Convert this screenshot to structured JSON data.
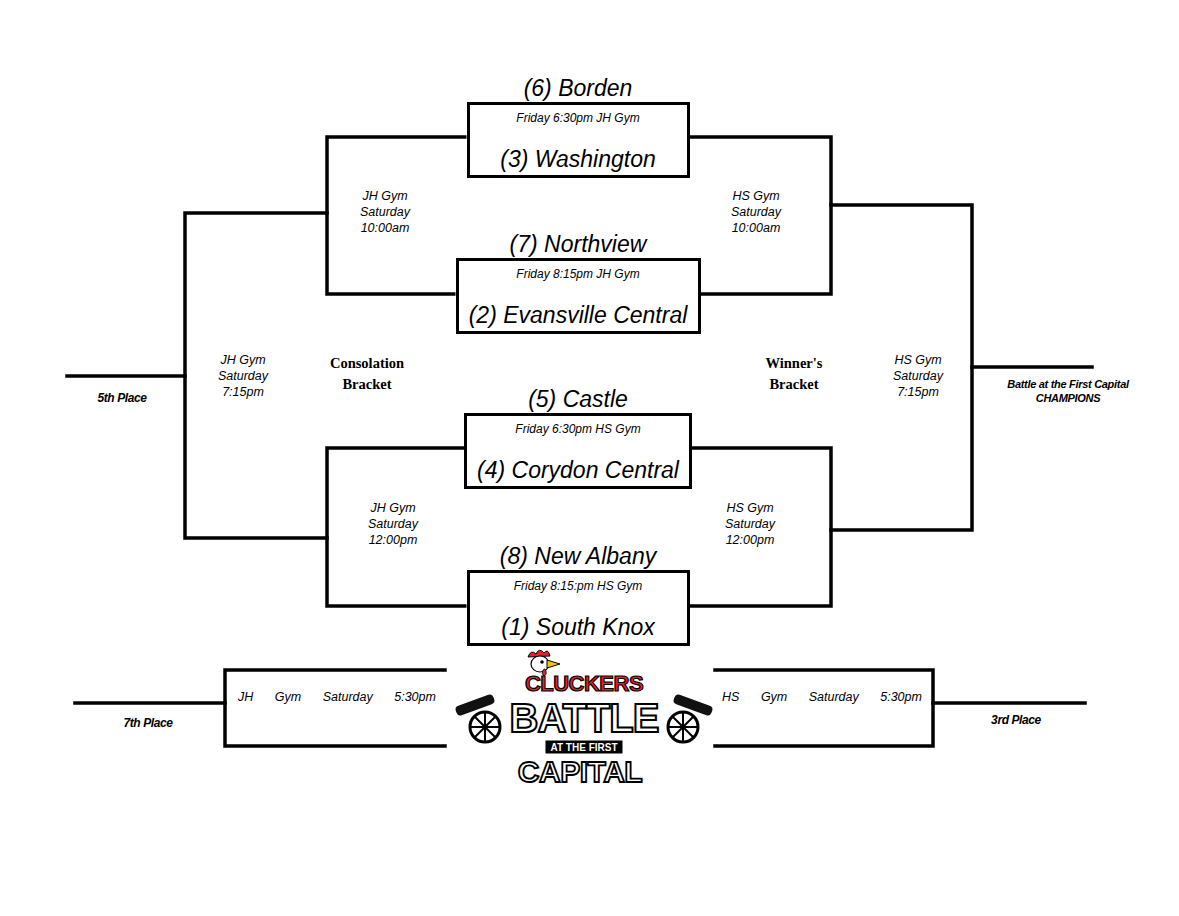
{
  "diagram": {
    "nodes": [
      {
        "text": [
          "(6) Borden",
          "Friday 6:30pm JH Gym",
          "(3) Washington"
        ]
      },
      {
        "text": [
          "(7) Northview",
          "Friday 8:15pm JH Gym",
          "(2) Evansville Central"
        ]
      },
      {
        "text": [
          "(5) Castle",
          "Friday 6:30pm HS Gym",
          "(4) Corydon Central"
        ]
      },
      {
        "text": [
          "(8) New Albany",
          "Friday 8:15:pm HS Gym",
          "(1) South Knox"
        ]
      }
    ],
    "edges": [
      {
        "from": 0,
        "to": 1,
        "arrow": "none",
        "label": "JH Gym Saturday 10:00am"
      },
      {
        "from": 0,
        "to": 1,
        "arrow": "none",
        "label": "HS Gym Saturday 10:00am"
      },
      {
        "from": 2,
        "to": 3,
        "arrow": "none",
        "label": "JH Gym Saturday 12:00pm"
      },
      {
        "from": 2,
        "to": 3,
        "arrow": "none",
        "label": "HS Gym Saturday 12:00pm"
      }
    ],
    "labels": [
      "JH Gym Saturday 7:15pm",
      "Consolation Bracket",
      "Winner's Bracket",
      "HS Gym Saturday 7:15pm",
      "5th Place",
      "Battle at the First Capital CHAMPIONS",
      "JH Gym Saturday 5:30pm",
      "HS Gym Saturday 5:30pm",
      "7th Place",
      "3rd Place",
      "CLUCKERS",
      "BATTLE",
      "AT THE FIRST",
      "CAPITAL"
    ]
  }
}
